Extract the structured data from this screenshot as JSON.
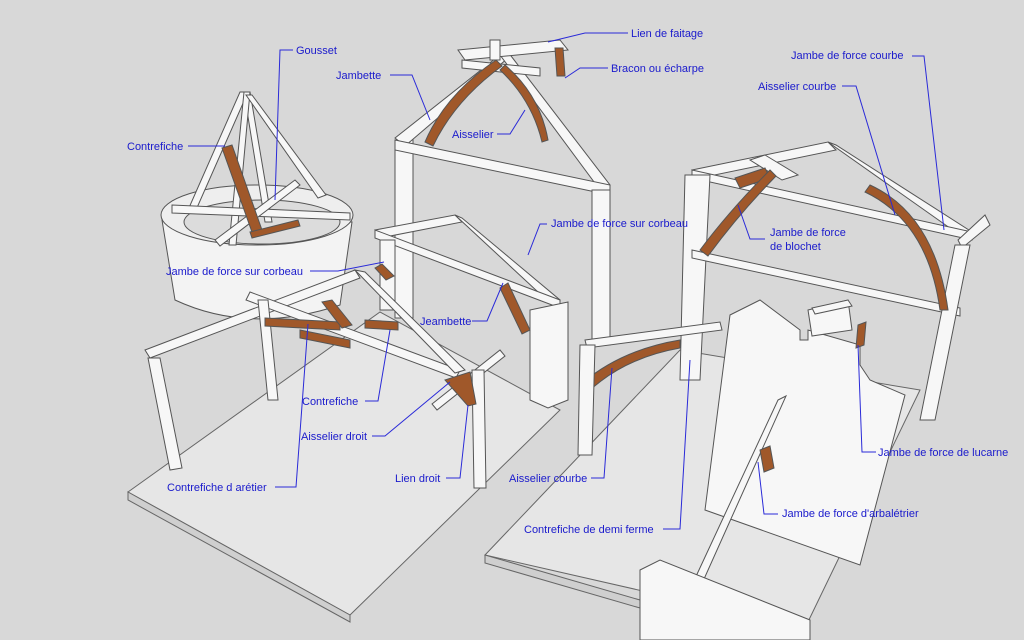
{
  "colors": {
    "background": "#d8d8d8",
    "ground": "#e6e6e6",
    "timber_white": "#f7f7f7",
    "timber_edge": "#555555",
    "brace_wood": "#a0582a",
    "leader_line": "#2a2ad8",
    "label_text": "#1a1acc"
  },
  "labels": {
    "gousset": "Gousset",
    "jambette_top": "Jambette",
    "lien_faitage": "Lien de faitage",
    "bracon": "Bracon ou écharpe",
    "jambe_courbe": "Jambe de force courbe",
    "aisselier_courbe_top": "Aisselier courbe",
    "contrefiche_top": "Contrefiche",
    "aisselier": "Aisselier",
    "jambe_corbeau_mid": "Jambe de force sur corbeau",
    "jambe_blochet_1": "Jambe de force",
    "jambe_blochet_2": "de blochet",
    "jambe_corbeau_left": "Jambe de force sur corbeau",
    "jeambette": "Jeambette",
    "contrefiche_mid": "Contrefiche",
    "aisselier_droit": "Aisselier droit",
    "jambe_lucarne": "Jambe de force de lucarne",
    "lien_droit": "Lien droit",
    "aisselier_courbe_bottom": "Aisselier courbe",
    "contrefiche_aretier": "Contrefiche d arétier",
    "jambe_arbaletrier": "Jambe de force d'arbalétrier",
    "contrefiche_demi_ferme": "Contrefiche de demi ferme"
  }
}
